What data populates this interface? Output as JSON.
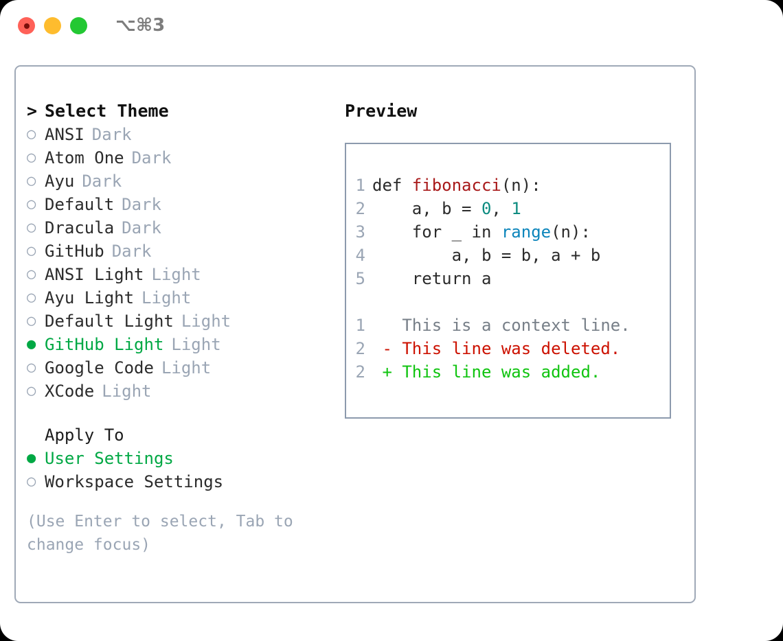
{
  "titlebar": {
    "shortcut": "⌥⌘3",
    "lights": [
      {
        "name": "close",
        "color": "#ff6158"
      },
      {
        "name": "minimize",
        "color": "#febc2e"
      },
      {
        "name": "maximize",
        "color": "#23c833"
      }
    ]
  },
  "theme_picker": {
    "prompt_marker": ">",
    "title": "Select Theme",
    "bullet_empty": "○",
    "bullet_filled": "●",
    "items": [
      {
        "name": "ANSI",
        "tag": "Dark",
        "selected": false
      },
      {
        "name": "Atom One",
        "tag": "Dark",
        "selected": false
      },
      {
        "name": "Ayu",
        "tag": "Dark",
        "selected": false
      },
      {
        "name": "Default",
        "tag": "Dark",
        "selected": false
      },
      {
        "name": "Dracula",
        "tag": "Dark",
        "selected": false
      },
      {
        "name": "GitHub",
        "tag": "Dark",
        "selected": false
      },
      {
        "name": "ANSI Light",
        "tag": "Light",
        "selected": false
      },
      {
        "name": "Ayu Light",
        "tag": "Light",
        "selected": false
      },
      {
        "name": "Default Light",
        "tag": "Light",
        "selected": false
      },
      {
        "name": "GitHub Light",
        "tag": "Light",
        "selected": true
      },
      {
        "name": "Google Code",
        "tag": "Light",
        "selected": false
      },
      {
        "name": "XCode",
        "tag": "Light",
        "selected": false
      }
    ]
  },
  "apply_to": {
    "title": "Apply To",
    "options": [
      {
        "name": "User Settings",
        "selected": true
      },
      {
        "name": "Workspace Settings",
        "selected": false
      }
    ]
  },
  "hint": "(Use Enter to select, Tab to change focus)",
  "preview": {
    "title": "Preview",
    "code_lines": [
      {
        "number": "1",
        "tokens": [
          {
            "text": "def ",
            "type": "plain"
          },
          {
            "text": "fibonacci",
            "type": "fn"
          },
          {
            "text": "(n):",
            "type": "plain"
          }
        ]
      },
      {
        "number": "2",
        "tokens": [
          {
            "text": "    a, b = ",
            "type": "plain"
          },
          {
            "text": "0",
            "type": "num"
          },
          {
            "text": ", ",
            "type": "plain"
          },
          {
            "text": "1",
            "type": "num"
          }
        ]
      },
      {
        "number": "3",
        "tokens": [
          {
            "text": "    for _ in ",
            "type": "plain"
          },
          {
            "text": "range",
            "type": "builtin"
          },
          {
            "text": "(n):",
            "type": "plain"
          }
        ]
      },
      {
        "number": "4",
        "tokens": [
          {
            "text": "        a, b = b, a + b",
            "type": "plain"
          }
        ]
      },
      {
        "number": "5",
        "tokens": [
          {
            "text": "    return a",
            "type": "plain"
          }
        ]
      }
    ],
    "diff_lines": [
      {
        "number": "1",
        "sign": " ",
        "text": "This is a context line.",
        "kind": "context"
      },
      {
        "number": "2",
        "sign": "-",
        "text": "This line was deleted.",
        "kind": "deleted"
      },
      {
        "number": "2",
        "sign": "+",
        "text": "This line was added.",
        "kind": "added"
      }
    ]
  },
  "colors": {
    "accent_green": "#00a844",
    "diff_added": "#10c410",
    "diff_deleted": "#cc1100",
    "muted": "#9aa5b4",
    "border": "#9fa9b7",
    "token_function": "#a8191a",
    "token_number": "#0d8b80",
    "token_builtin": "#0c85bb"
  }
}
